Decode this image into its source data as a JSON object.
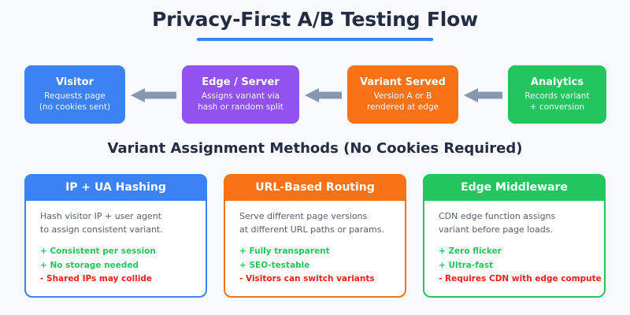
{
  "page": {
    "title": "Privacy-First A/B Testing Flow",
    "background_color": "#f7f9fc",
    "title_color": "#242c44",
    "accent_rule_color": "#3d82f5"
  },
  "flow": {
    "arrow_color": "#8896b0",
    "arrow_direction": "left",
    "steps": [
      {
        "title": "Visitor",
        "line1": "Requests page",
        "line2": "(no cookies sent)",
        "color": "#3d82f5",
        "icon": "user-icon"
      },
      {
        "title": "Edge / Server",
        "line1": "Assigns variant via",
        "line2": "hash or random split",
        "color": "#9152f0",
        "icon": "server-icon"
      },
      {
        "title": "Variant Served",
        "line1": "Version A or B",
        "line2": "rendered at edge",
        "color": "#f97316",
        "icon": "split-icon"
      },
      {
        "title": "Analytics",
        "line1": "Records variant",
        "line2": "+ conversion",
        "color": "#22c55e",
        "icon": "chart-icon"
      }
    ]
  },
  "methods_section": {
    "heading": "Variant Assignment Methods (No Cookies Required)",
    "pro_color": "#22c55e",
    "con_color": "#ef1d17",
    "cards": [
      {
        "title": "IP + UA Hashing",
        "color": "#3d82f5",
        "desc_line1": "Hash visitor IP + user agent",
        "desc_line2": "to assign consistent variant.",
        "points": [
          {
            "text": "+ Consistent per session",
            "kind": "pro"
          },
          {
            "text": "+ No storage needed",
            "kind": "pro"
          },
          {
            "text": "- Shared IPs may collide",
            "kind": "con"
          }
        ]
      },
      {
        "title": "URL-Based Routing",
        "color": "#f97316",
        "desc_line1": "Serve different page versions",
        "desc_line2": "at different URL paths or params.",
        "points": [
          {
            "text": "+ Fully transparent",
            "kind": "pro"
          },
          {
            "text": "+ SEO-testable",
            "kind": "pro"
          },
          {
            "text": "- Visitors can switch variants",
            "kind": "con"
          }
        ]
      },
      {
        "title": "Edge Middleware",
        "color": "#22c55e",
        "desc_line1": "CDN edge function assigns",
        "desc_line2": "variant before page loads.",
        "points": [
          {
            "text": "+ Zero flicker",
            "kind": "pro"
          },
          {
            "text": "+ Ultra-fast",
            "kind": "pro"
          },
          {
            "text": "- Requires CDN with edge compute",
            "kind": "con"
          }
        ]
      }
    ]
  }
}
